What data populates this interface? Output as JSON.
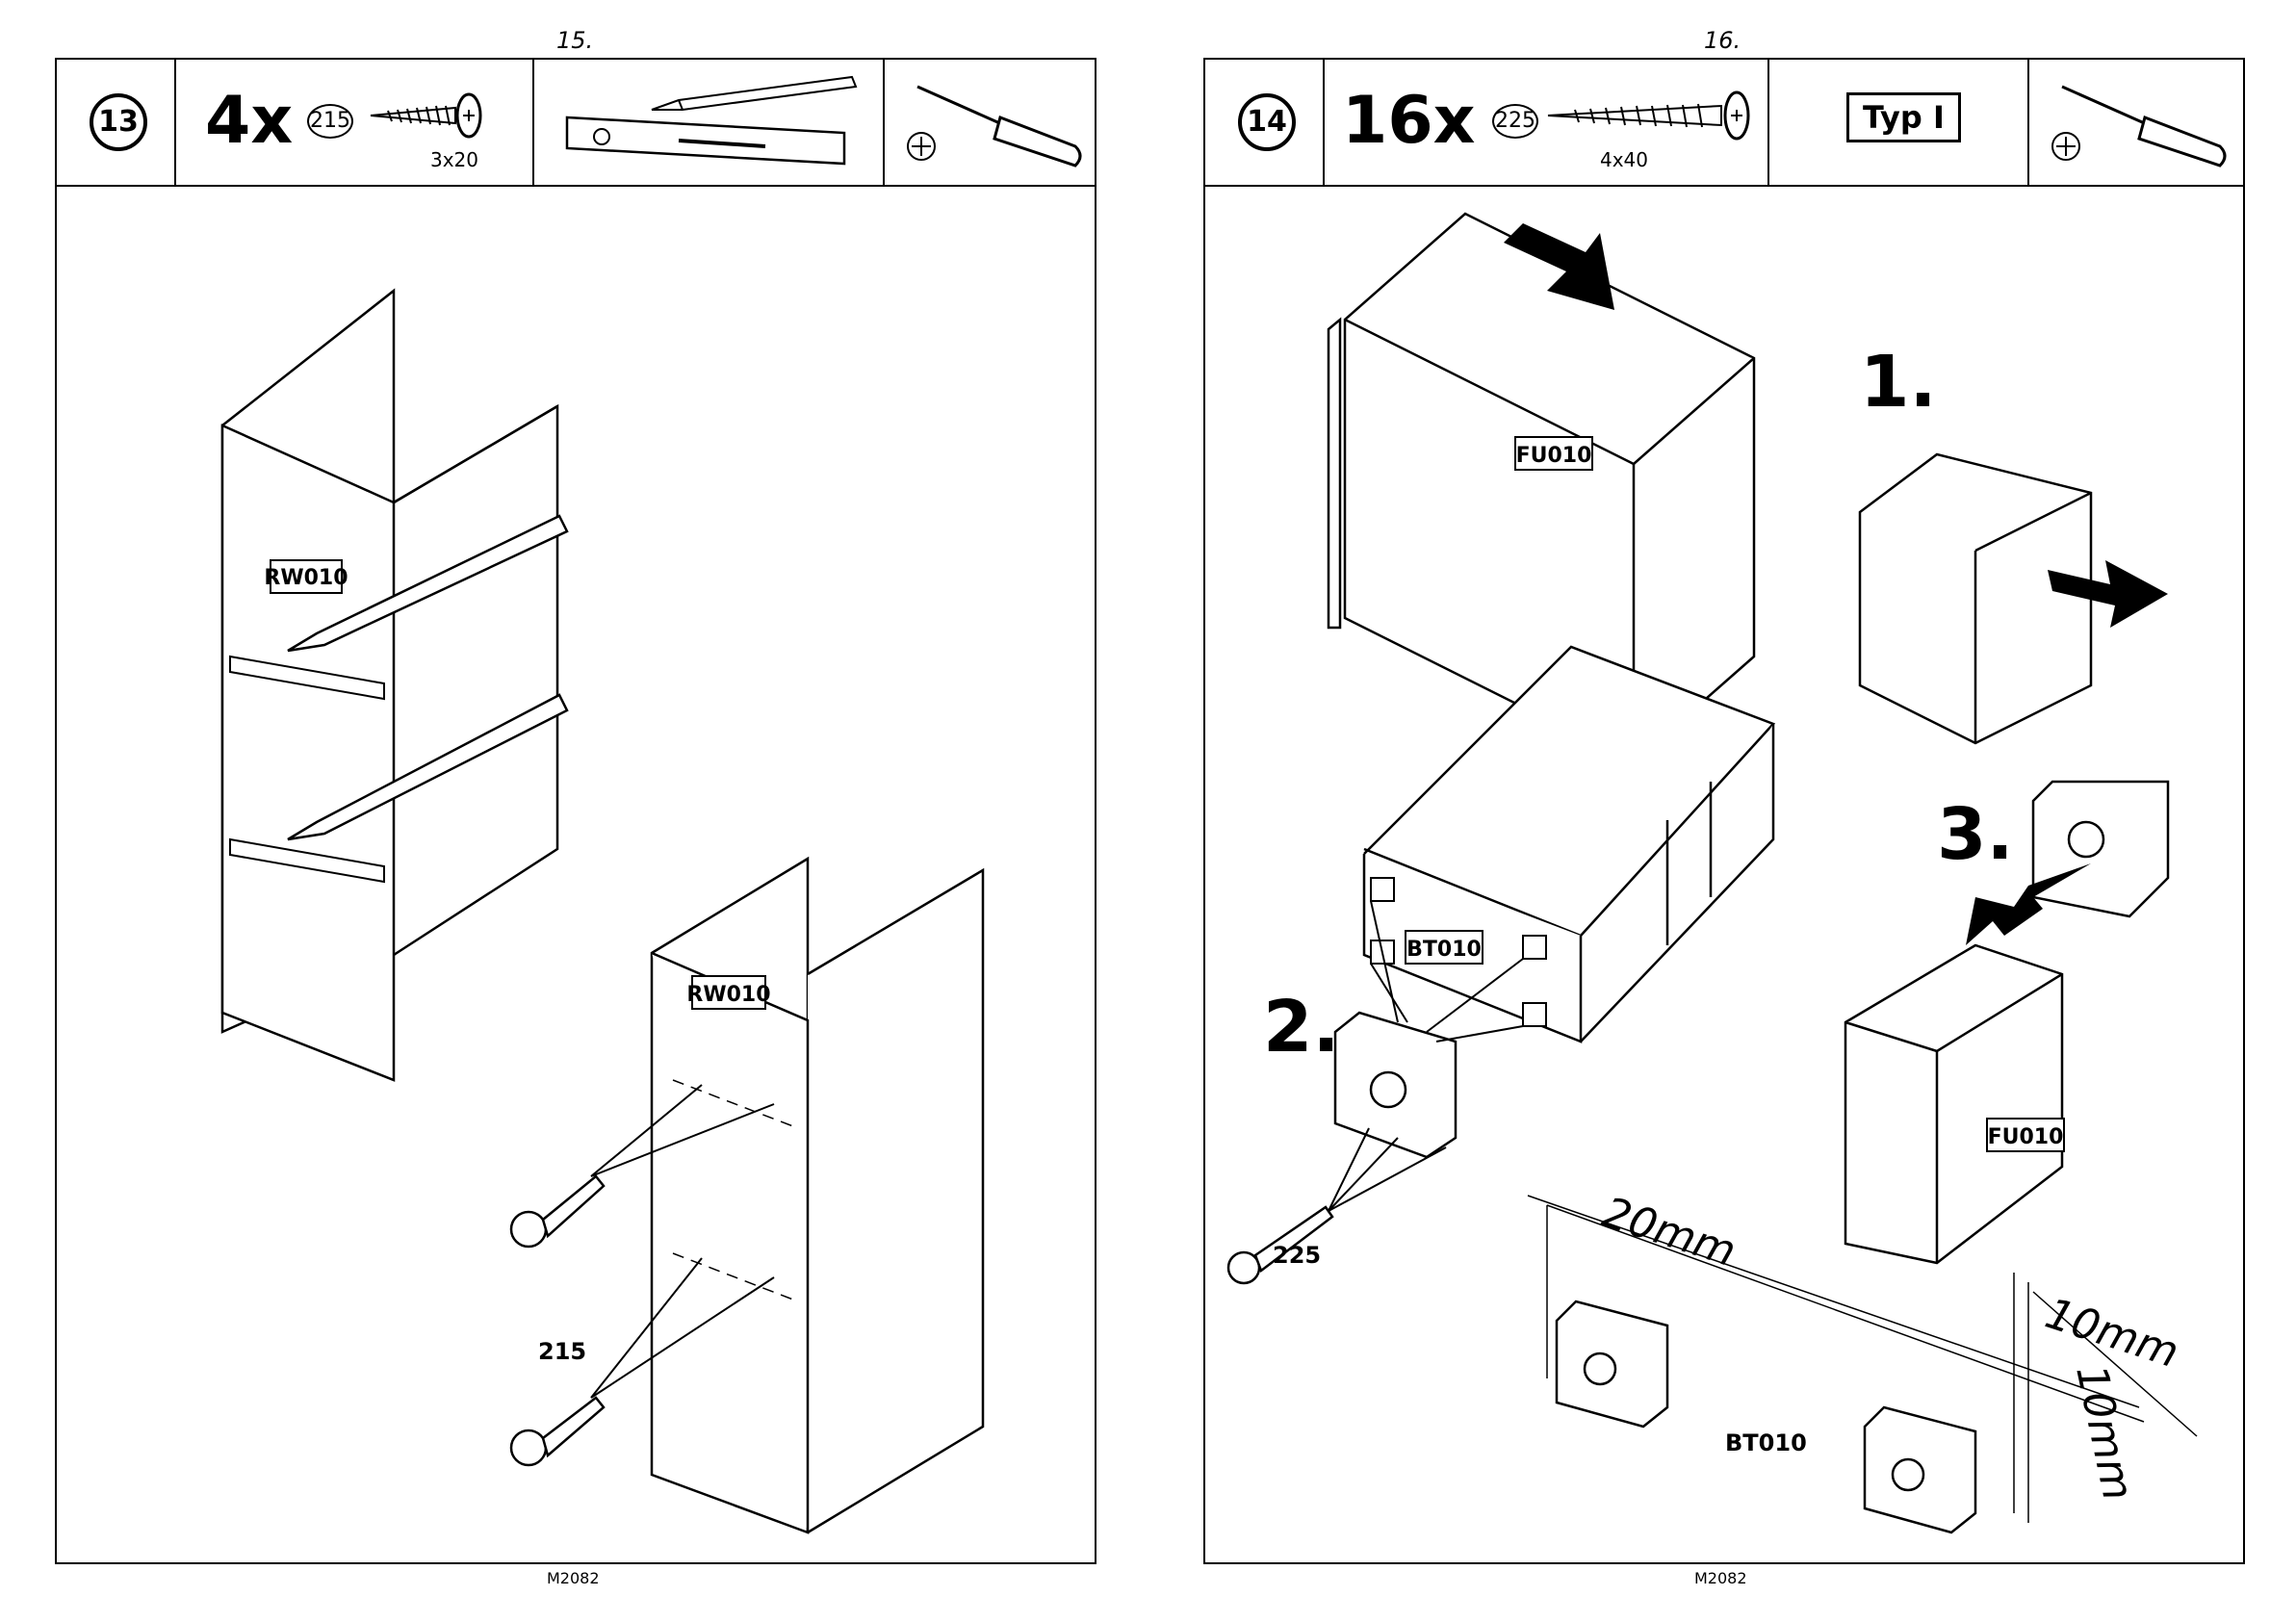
{
  "left_page": {
    "page_number": "15.",
    "footer": "M2082",
    "step": "13",
    "quantity": "4x",
    "part": "215",
    "size": "3x20",
    "labels": {
      "panel_a": "RW010",
      "panel_b": "RW010",
      "screw": "215"
    }
  },
  "right_page": {
    "page_number": "16.",
    "footer": "M2082",
    "step": "14",
    "quantity": "16x",
    "part": "225",
    "size": "4x40",
    "type_label": "Typ I",
    "steps": {
      "s1": "1.",
      "s2": "2.",
      "s3": "3."
    },
    "labels": {
      "drawer_top": "FU010",
      "drawer_bottom": "FU010",
      "body": "BT010",
      "body_bottom": "BT010",
      "screw": "225"
    },
    "dimensions": {
      "d20": "20mm",
      "d10a": "10mm",
      "d10b": "10mm"
    }
  },
  "icons": [
    "screw-icon",
    "pencil-icon",
    "spirit-level-icon",
    "screwdriver-icon",
    "arrow-icon",
    "drawer-slide-icon"
  ]
}
